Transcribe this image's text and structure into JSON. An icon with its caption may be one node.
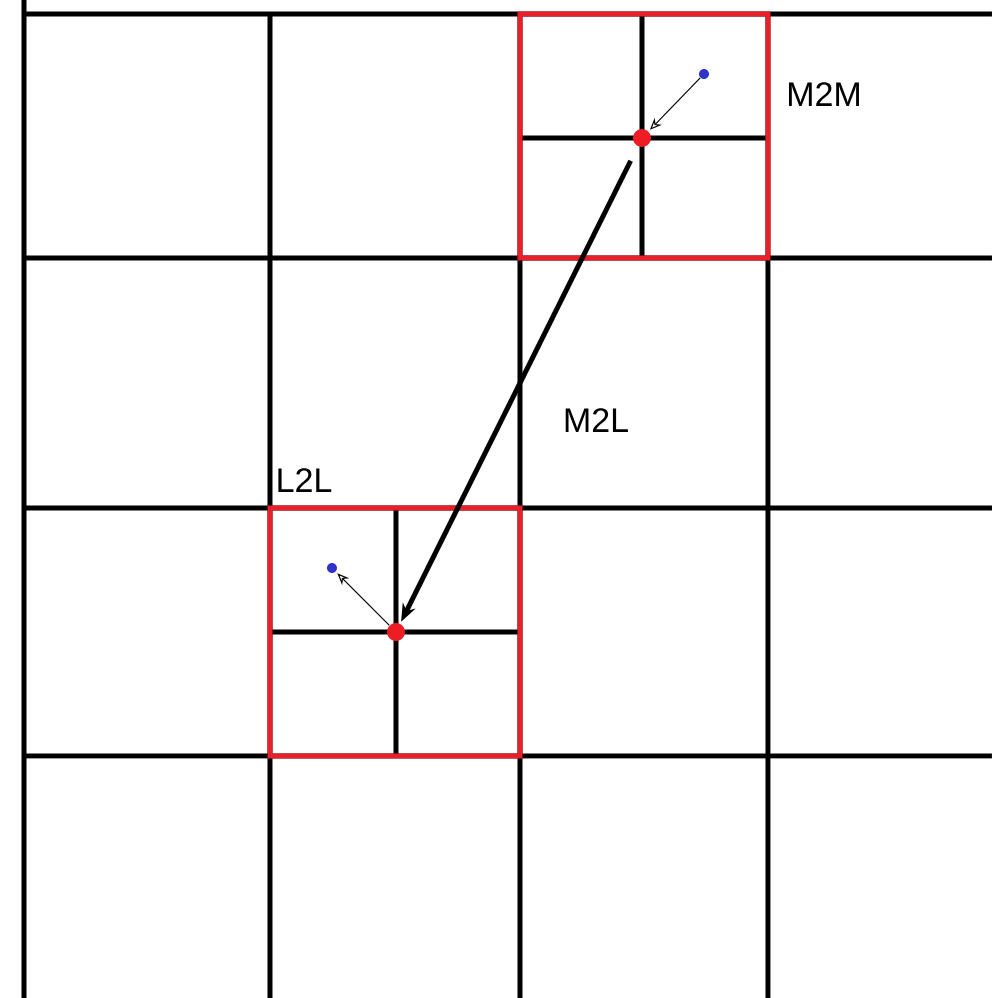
{
  "diagram": {
    "nodes": [
      {
        "text": [],
        "shape": "circle"
      },
      {
        "text": [],
        "shape": "circle"
      },
      {
        "text": [],
        "shape": "circle"
      },
      {
        "text": [],
        "shape": "circle"
      }
    ],
    "edges": [
      {
        "from": 1,
        "to": 0,
        "arrow": "to",
        "label": "M2M"
      },
      {
        "from": 0,
        "to": 2,
        "arrow": "to",
        "label": "M2L",
        "style": "thick"
      },
      {
        "from": 2,
        "to": 3,
        "arrow": "to",
        "label": "L2L"
      }
    ]
  }
}
